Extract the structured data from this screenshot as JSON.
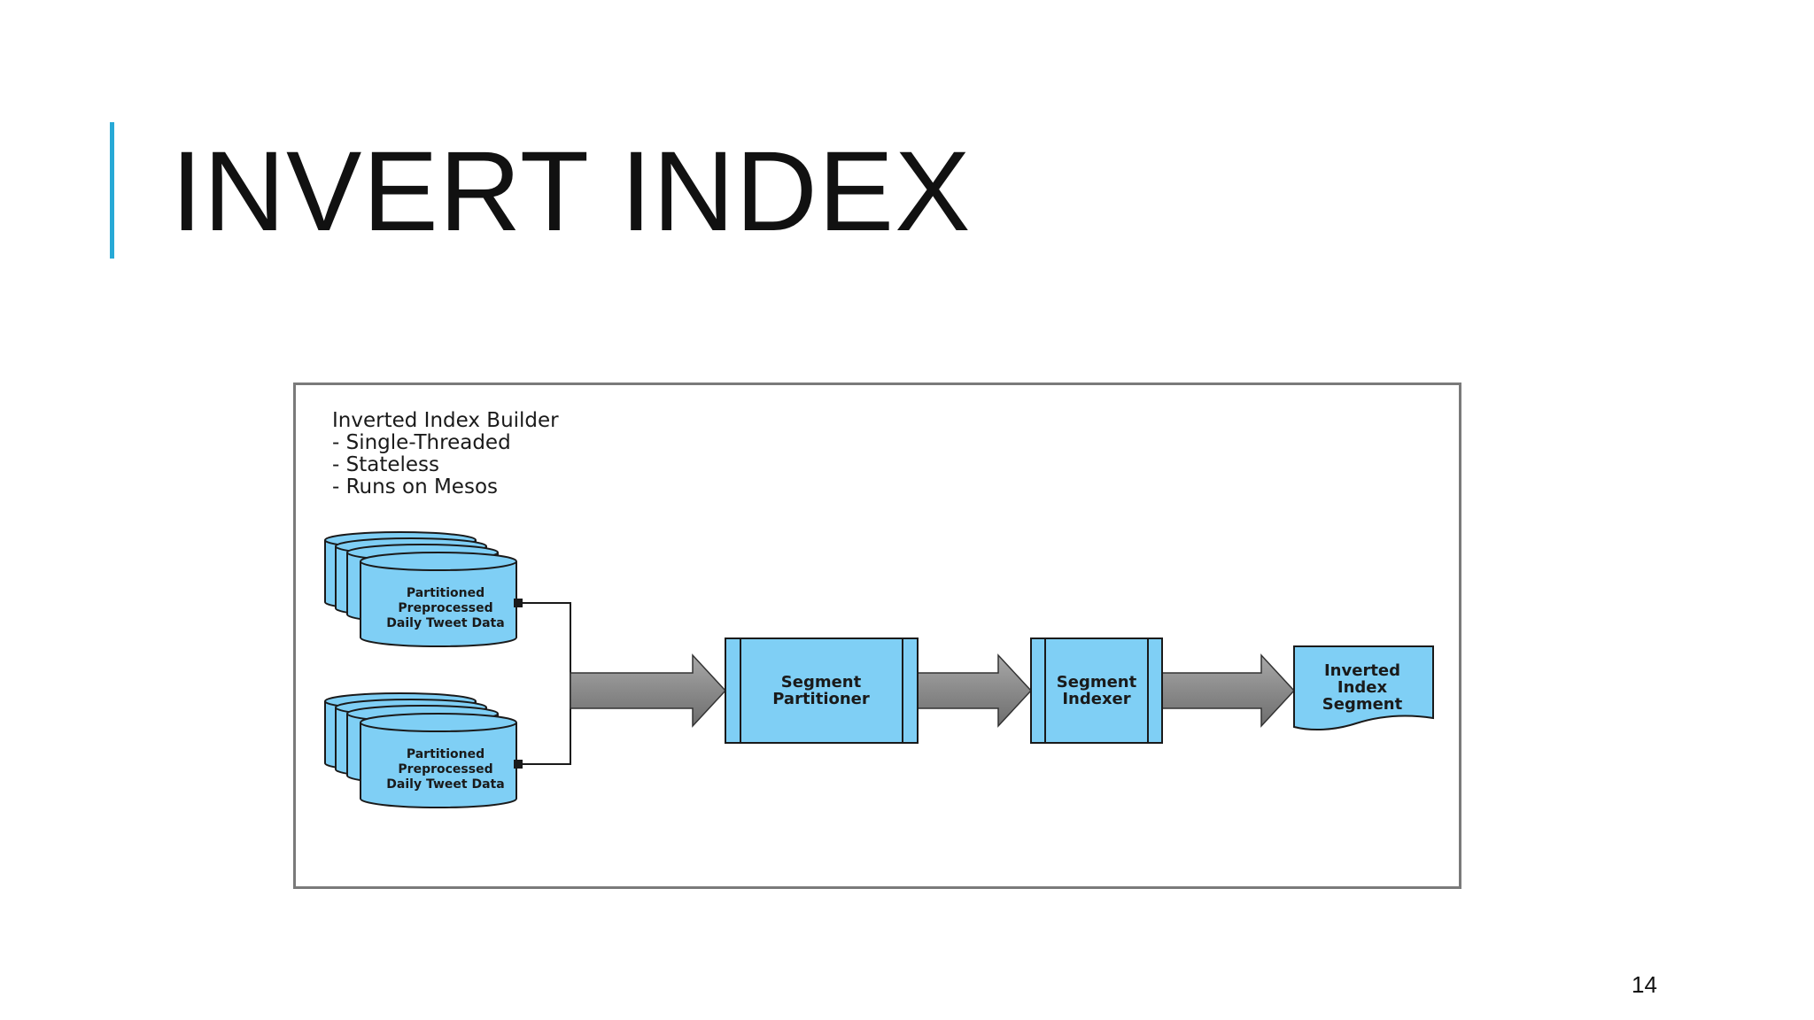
{
  "slide": {
    "title": "INVERT INDEX",
    "page_number": "14",
    "accent_color": "#27a9d6"
  },
  "diagram": {
    "colors": {
      "fill": "#7fcff5",
      "arrow": "#8c8c8c",
      "stroke": "#1a1a1a"
    },
    "notes": {
      "heading": "Inverted Index Builder",
      "items": [
        "- Single-Threaded",
        "- Stateless",
        "- Runs on Mesos"
      ]
    },
    "datastores": [
      {
        "lines": [
          "Partitioned",
          "Preprocessed",
          "Daily Tweet Data"
        ]
      },
      {
        "lines": [
          "Partitioned",
          "Preprocessed",
          "Daily Tweet Data"
        ]
      }
    ],
    "processes": [
      {
        "lines": [
          "Segment",
          "Partitioner"
        ]
      },
      {
        "lines": [
          "Segment",
          "Indexer"
        ]
      }
    ],
    "output": {
      "lines": [
        "Inverted",
        "Index",
        "Segment"
      ]
    }
  }
}
